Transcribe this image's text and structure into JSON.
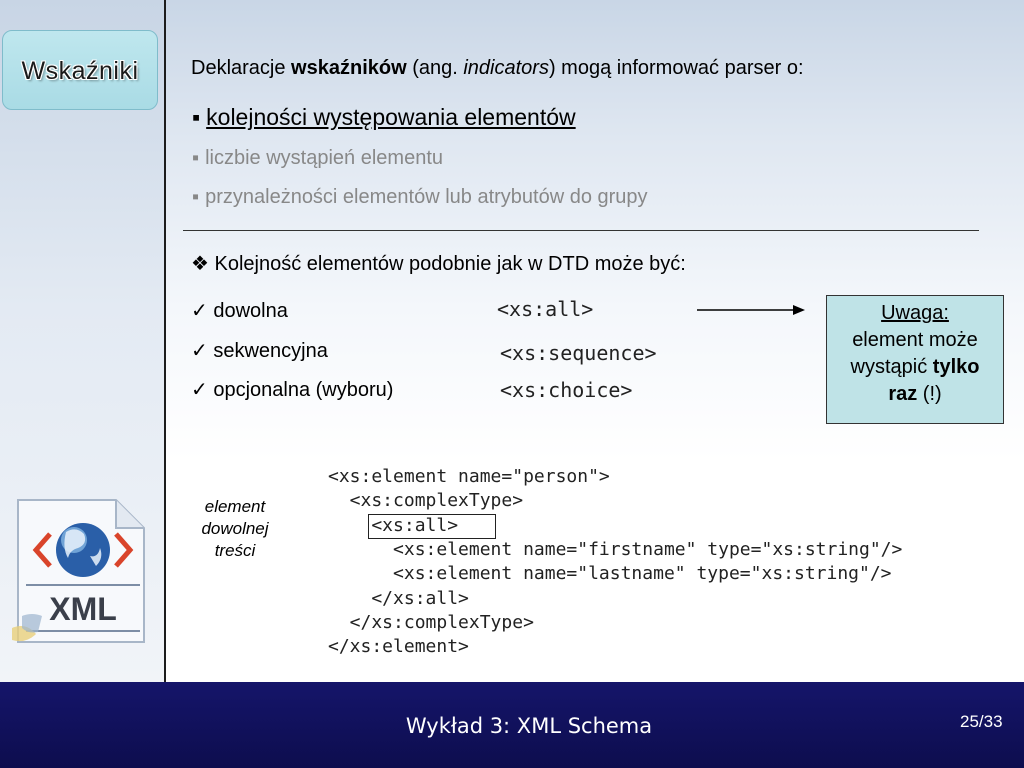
{
  "section": {
    "title": "Wskaźniki"
  },
  "logo": {
    "text": "XML",
    "icon": "xml-globe-icon"
  },
  "intro": {
    "pre": "Deklaracje ",
    "bold": "wskaźników",
    "mid": " (ang. ",
    "italic": "indicators",
    "post": ") mogą informować parser o:"
  },
  "bullets": {
    "marker": "▪",
    "items": [
      "kolejności występowania elementów",
      "liczbie wystąpień elementu",
      "przynależności elementów lub atrybutów do grupy"
    ]
  },
  "order": {
    "marker": "❖",
    "title": "Kolejność elementów podobnie jak w DTD może być:",
    "check_mark": "✓",
    "options": [
      {
        "label": "dowolna",
        "tag": "<xs:all>"
      },
      {
        "label": "sekwencyjna",
        "tag": "<xs:sequence>"
      },
      {
        "label": "opcjonalna (wyboru)",
        "tag": "<xs:choice>"
      }
    ]
  },
  "note": {
    "heading": "Uwaga:",
    "line1": "element może",
    "line2_pre": "wystąpić ",
    "bold1": "tylko",
    "bold2": "raz",
    "post": " (!)"
  },
  "side_label": {
    "line1": "element",
    "line2": "dowolnej",
    "line3": "treści"
  },
  "code": [
    "<xs:element name=\"person\">",
    "  <xs:complexType>",
    "    <xs:all>",
    "      <xs:element name=\"firstname\" type=\"xs:string\"/>",
    "      <xs:element name=\"lastname\" type=\"xs:string\"/>",
    "    </xs:all>",
    "  </xs:complexType>",
    "</xs:element>"
  ],
  "footer": {
    "title": "Wykład 3: XML Schema",
    "page": "25/33"
  },
  "colors": {
    "footer_bg": "#15156a",
    "tab_bg": "#bfe7ee",
    "note_bg": "#bfe3e7",
    "muted_text": "#888888"
  }
}
